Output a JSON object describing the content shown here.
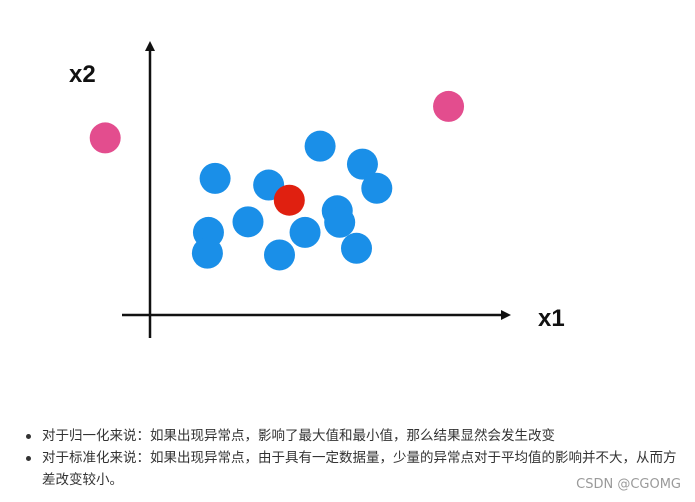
{
  "chart_data": {
    "type": "scatter",
    "xlabel": "x1",
    "ylabel": "x2",
    "xlim": [
      0,
      100
    ],
    "ylim": [
      0,
      100
    ],
    "colors": {
      "normal": "#1a8fe8",
      "center": "#e02010",
      "outlier": "#e34d8e",
      "axis": "#111111"
    },
    "series": [
      {
        "role": "normal",
        "points": [
          [
            48.6,
            73.4
          ],
          [
            60.7,
            65.6
          ],
          [
            18.6,
            59.4
          ],
          [
            33.9,
            56.5
          ],
          [
            64.8,
            55.1
          ],
          [
            53.5,
            45.3
          ],
          [
            28.0,
            40.5
          ],
          [
            54.2,
            40.3
          ],
          [
            16.7,
            35.9
          ],
          [
            44.3,
            35.9
          ],
          [
            59.0,
            29.0
          ],
          [
            16.4,
            26.9
          ],
          [
            37.0,
            26.1
          ]
        ]
      },
      {
        "role": "center",
        "points": [
          [
            39.8,
            49.9
          ]
        ]
      },
      {
        "role": "outlier",
        "points": [
          [
            -12.8,
            77.0
          ],
          [
            85.3,
            90.7
          ]
        ]
      }
    ]
  },
  "notes": [
    "对于归一化来说：如果出现异常点，影响了最大值和最小值，那么结果显然会发生改变",
    "对于标准化来说：如果出现异常点，由于具有一定数据量，少量的异常点对于平均值的影响并不大，从而方差改变较小。"
  ],
  "watermark": "CSDN @CGOMG"
}
